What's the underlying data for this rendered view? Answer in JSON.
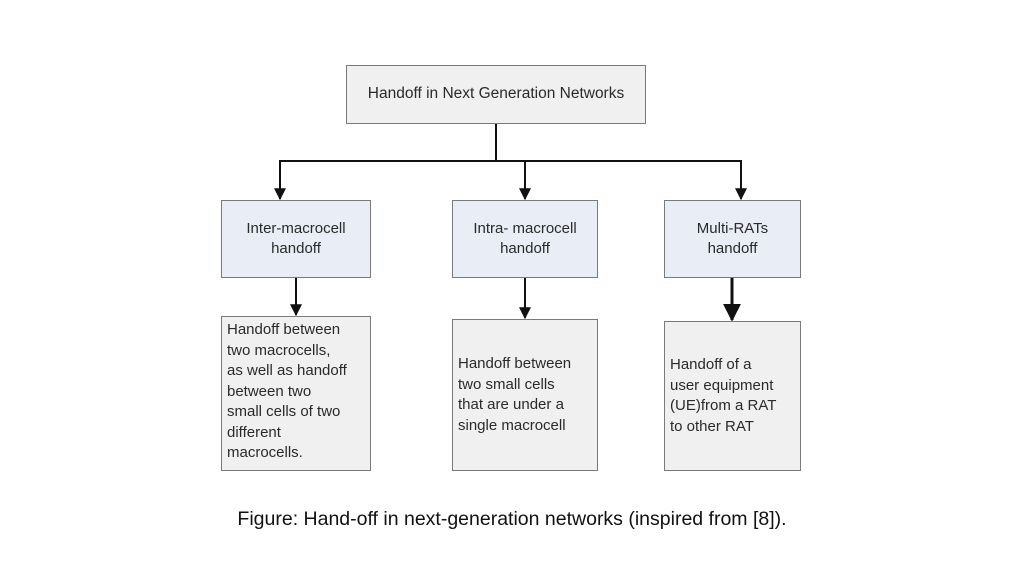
{
  "diagram": {
    "root": {
      "label": "Handoff in Next Generation Networks"
    },
    "categories": [
      {
        "label": "Inter-macrocell\nhandoff",
        "description": "Handoff between\ntwo macrocells,\nas well as handoff\nbetween two\nsmall cells of two\ndifferent\nmacrocells."
      },
      {
        "label": "Intra- macrocell\nhandoff",
        "description": "Handoff between\ntwo small cells\nthat are under a\nsingle macrocell"
      },
      {
        "label": "Multi-RATs\nhandoff",
        "description": "Handoff of a\nuser equipment\n(UE)from a RAT\nto other RAT"
      }
    ]
  },
  "caption": "Figure: Hand-off in next-generation networks (inspired from [8])."
}
